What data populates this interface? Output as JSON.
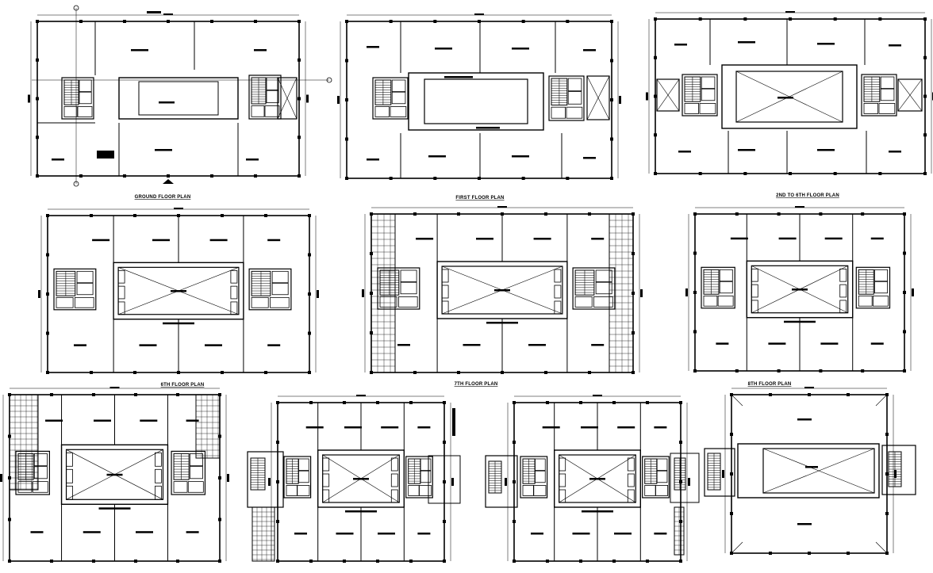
{
  "drawing": {
    "ink_color": "#000000",
    "paper_color": "#ffffff"
  },
  "plans": [
    {
      "key": "ground",
      "title": "GROUND FLOOR PLAN"
    },
    {
      "key": "first",
      "title": "FIRST FLOOR PLAN"
    },
    {
      "key": "second_to_sixth",
      "title": "2ND TO 6TH FLOOR PLAN"
    },
    {
      "key": "plan_4",
      "title": ""
    },
    {
      "key": "plan_5",
      "title": ""
    },
    {
      "key": "plan_6",
      "title": ""
    },
    {
      "key": "plan_7",
      "title": ""
    },
    {
      "key": "plan_8",
      "title": ""
    },
    {
      "key": "plan_9",
      "title": ""
    },
    {
      "key": "plan_10",
      "title": ""
    }
  ],
  "row_titles": {
    "row3_left": "6TH FLOOR PLAN",
    "row3_mid": "7TH FLOOR PLAN",
    "row3_right": "8TH FLOOR PLAN"
  }
}
